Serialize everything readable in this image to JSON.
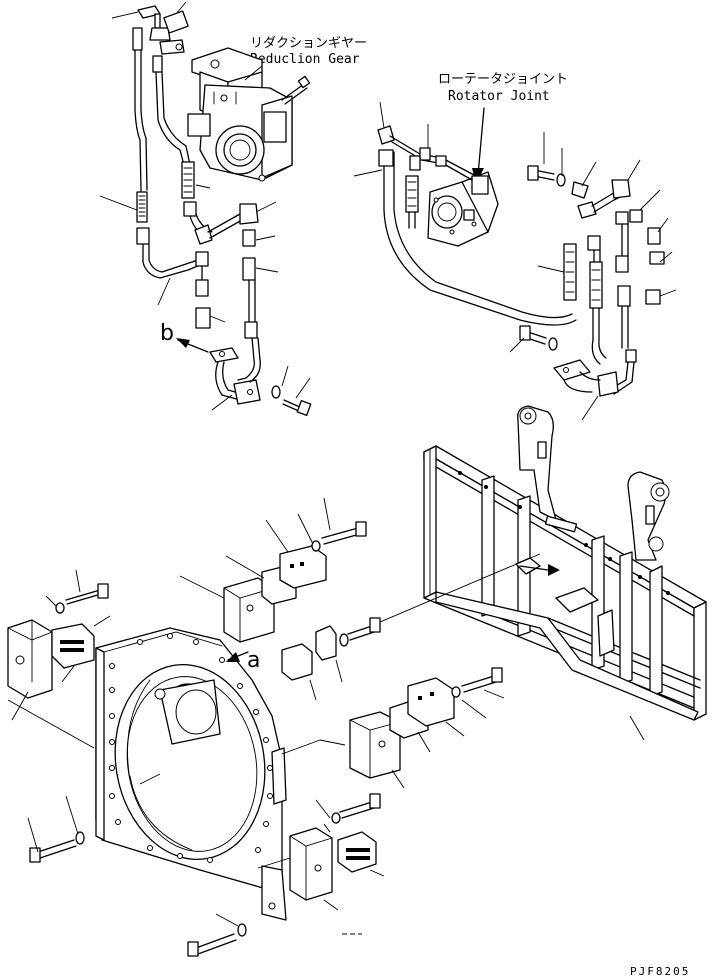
{
  "labels": {
    "reduction_gear_jp": "リダクションギヤー",
    "reduction_gear_en": "Reduclion Gear",
    "rotator_joint_jp": "ローテータジョイント",
    "rotator_joint_en": "Rotator Joint",
    "view_b": "b",
    "view_a": "a",
    "drawing_code": "PJF8205"
  }
}
